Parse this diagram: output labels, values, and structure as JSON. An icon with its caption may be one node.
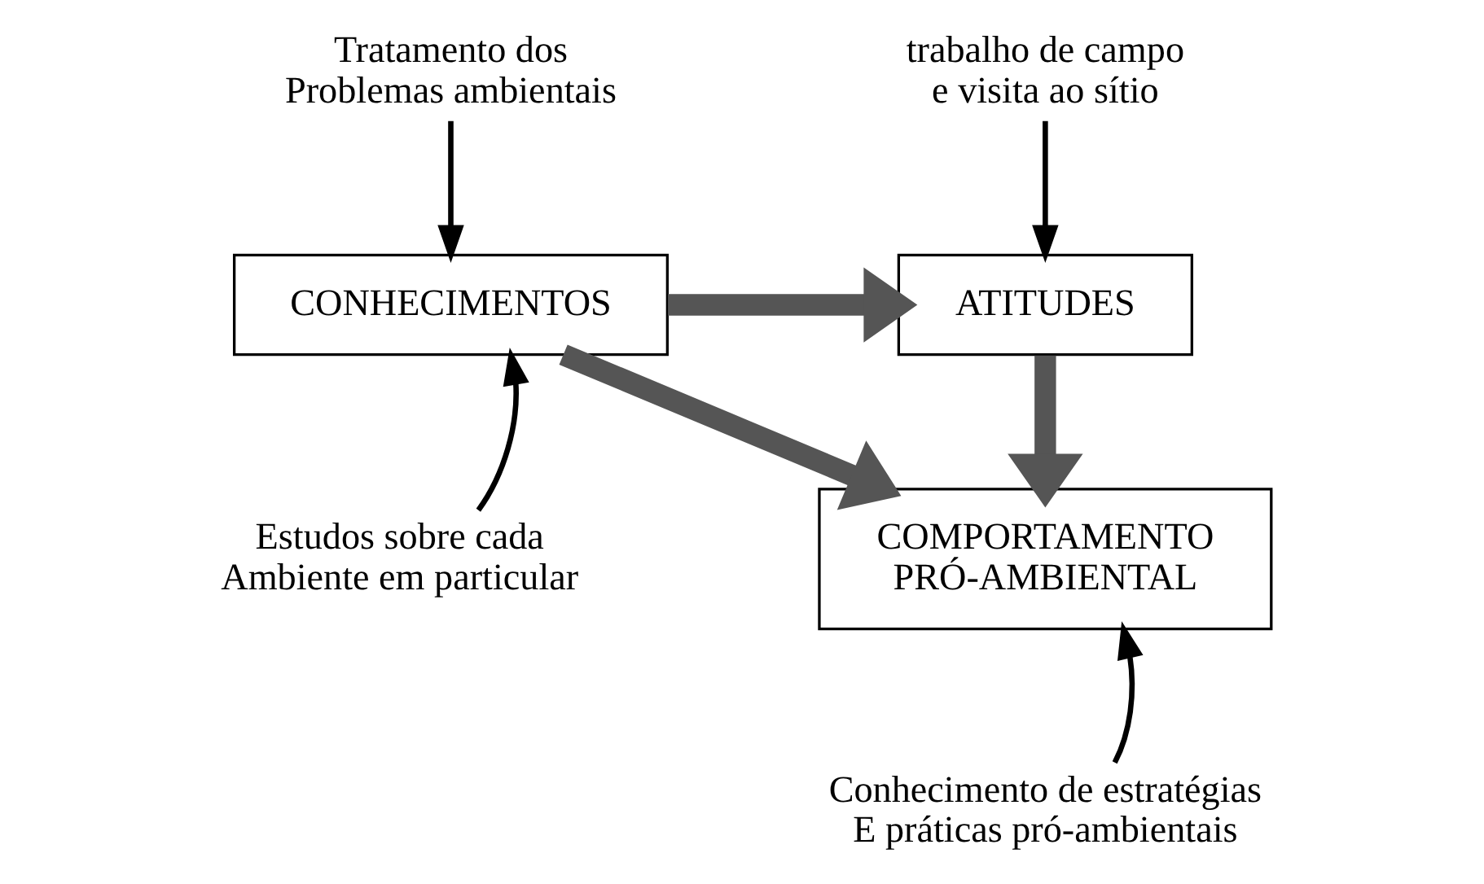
{
  "diagram": {
    "nodes": [
      {
        "text": [
          "CONHECIMENTOS"
        ]
      },
      {
        "text": [
          "ATITUDES"
        ]
      },
      {
        "text": [
          "COMPORTAMENTO PRÓ-AMBIENTAL"
        ]
      },
      {
        "text": [
          "Tratamento dos Problemas ambientais"
        ]
      },
      {
        "text": [
          "trabalho de campo e visita ao sítio"
        ]
      },
      {
        "text": [
          "Estudos sobre cada Ambiente em particular"
        ]
      },
      {
        "text": [
          "Conhecimento de estratégias E práticas pró-ambientais"
        ]
      }
    ],
    "edges": [
      {
        "from": 3,
        "to": 0,
        "arrow": "to"
      },
      {
        "from": 4,
        "to": 1,
        "arrow": "to"
      },
      {
        "from": 0,
        "to": 1,
        "arrow": "to",
        "style": "thick"
      },
      {
        "from": 5,
        "to": 0,
        "arrow": "to"
      },
      {
        "from": 0,
        "to": 2,
        "arrow": "to",
        "style": "thick"
      },
      {
        "from": 1,
        "to": 2,
        "arrow": "to",
        "style": "thick"
      },
      {
        "from": 6,
        "to": 2,
        "arrow": "to"
      }
    ]
  }
}
